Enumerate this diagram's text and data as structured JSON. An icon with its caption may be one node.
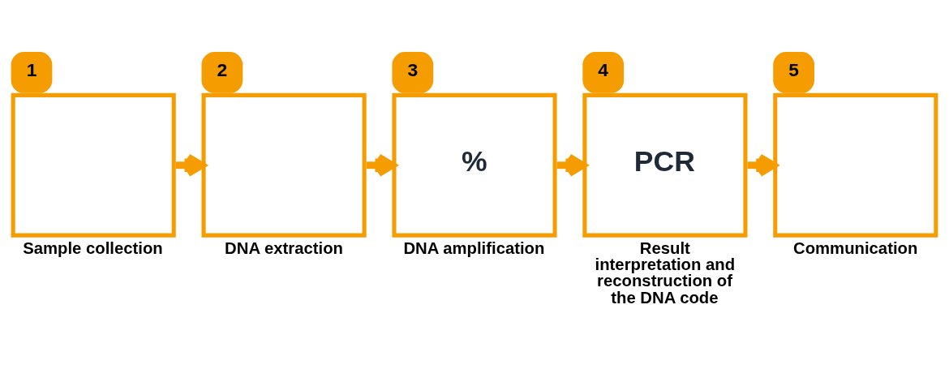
{
  "diagram": {
    "nodes": [
      {
        "text": [
          "1"
        ],
        "beside": [
          "Sample collection"
        ]
      },
      {
        "text": [
          "2"
        ],
        "beside": [
          "DNA extraction"
        ]
      },
      {
        "text": [
          "3"
        ],
        "beside": [
          "DNA amplification"
        ]
      },
      {
        "text": [
          "4"
        ],
        "beside": [
          "Result interpretation and reconstruction of the DNA code"
        ]
      },
      {
        "text": [
          "5"
        ],
        "beside": [
          "Communication"
        ]
      }
    ],
    "edges": [
      {
        "from": 0,
        "to": 1,
        "arrow": "to"
      },
      {
        "from": 1,
        "to": 2,
        "arrow": "to"
      },
      {
        "from": 2,
        "to": 3,
        "arrow": "to"
      },
      {
        "from": 3,
        "to": 4,
        "arrow": "to"
      }
    ],
    "labels": [
      "%",
      "PCR"
    ]
  }
}
